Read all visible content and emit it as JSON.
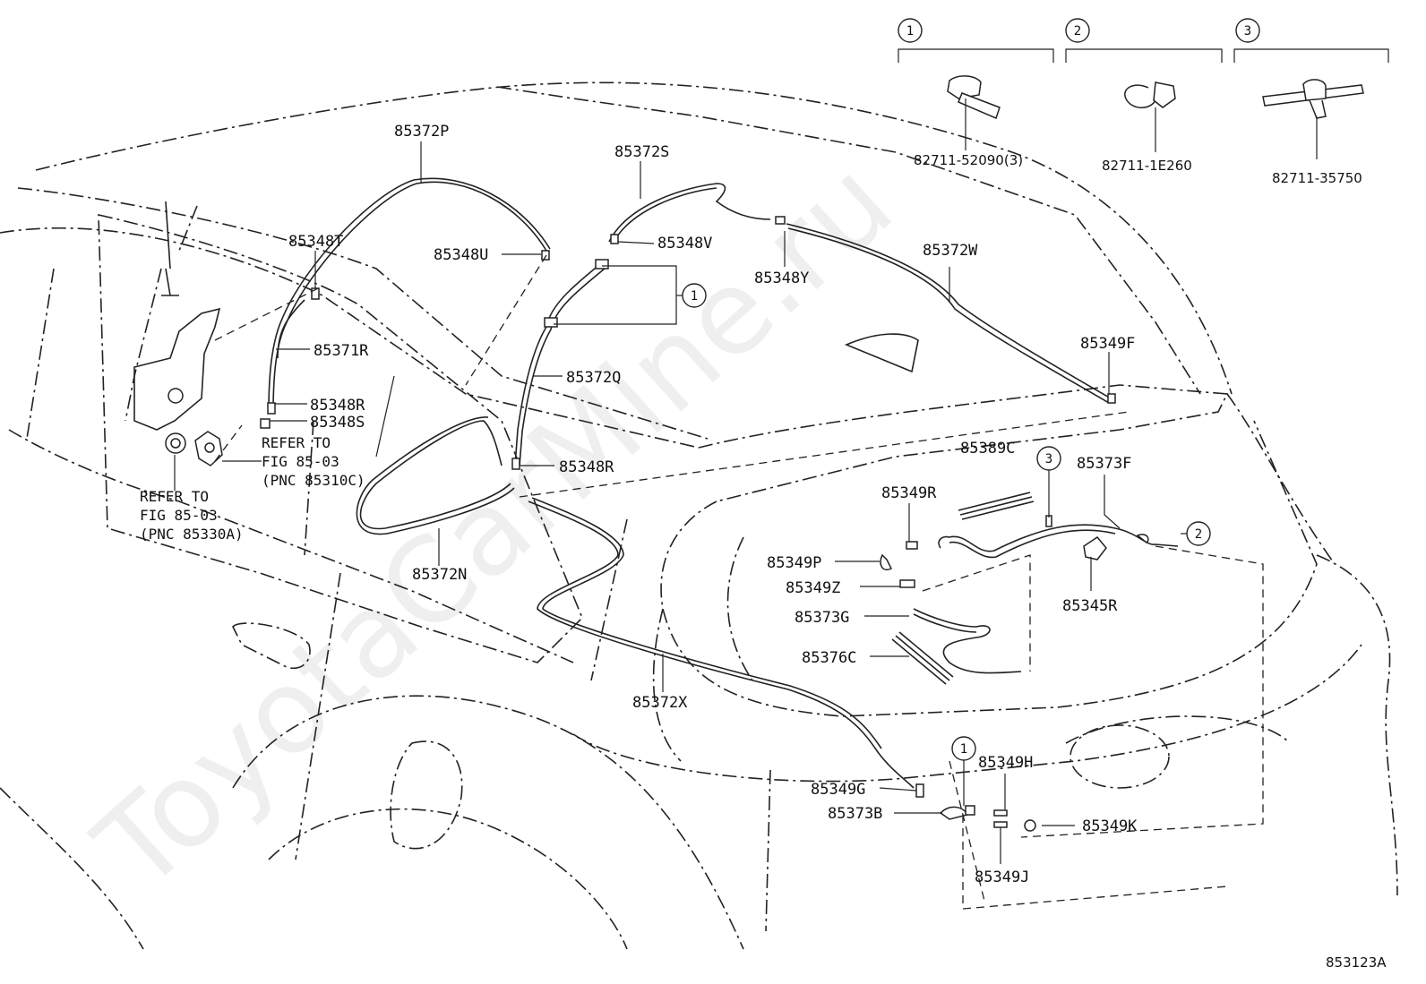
{
  "watermark": "ToyotaCarMine.ru",
  "figure_code": "853123A",
  "insets": [
    {
      "num": "1",
      "part": "82711-52090(3)"
    },
    {
      "num": "2",
      "part": "82711-1E260"
    },
    {
      "num": "3",
      "part": "82711-35750"
    }
  ],
  "labels": {
    "p85372P": "85372P",
    "p85372S": "85372S",
    "p85348T": "85348T",
    "p85348U": "85348U",
    "p85348V": "85348V",
    "p85348Y": "85348Y",
    "p85372W": "85372W",
    "p85371R": "85371R",
    "p85372Q": "85372Q",
    "p85348R_a": "85348R",
    "p85348S": "85348S",
    "p85349F": "85349F",
    "p85348R_b": "85348R",
    "p85389C": "85389C",
    "p85373F": "85373F",
    "p85349R": "85349R",
    "p85372N": "85372N",
    "p85349P": "85349P",
    "p85345R": "85345R",
    "p85349Z": "85349Z",
    "p85373G": "85373G",
    "p85376C": "85376C",
    "p85372X": "85372X",
    "p85349H": "85349H",
    "p85349G": "85349G",
    "p85373B": "85373B",
    "p85349K": "85349K",
    "p85349J": "85349J"
  },
  "refs": {
    "ref1_l1": "REFER TO",
    "ref1_l2": "FIG 85-03",
    "ref1_l3": "(PNC 85310C)",
    "ref2_l1": "REFER TO",
    "ref2_l2": "FIG 85-03",
    "ref2_l3": "(PNC 85330A)"
  },
  "callouts": {
    "c1a": "1",
    "c3": "3",
    "c2": "2",
    "c1b": "1"
  }
}
